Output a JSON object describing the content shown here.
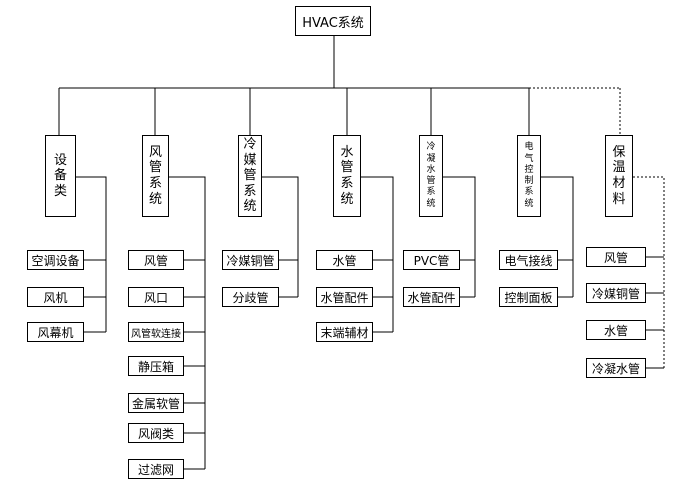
{
  "root": "HVAC系统",
  "categories": [
    {
      "key": "equipment",
      "label": "设备类",
      "children": [
        "空调设备",
        "风机",
        "风幕机"
      ]
    },
    {
      "key": "duct",
      "label": "风管系统",
      "children": [
        "风管",
        "风口",
        "风管软连接",
        "静压箱",
        "金属软管",
        "风阀类",
        "过滤网"
      ]
    },
    {
      "key": "refrigerant",
      "label": "冷媒管系统",
      "children": [
        "冷媒铜管",
        "分歧管"
      ]
    },
    {
      "key": "water",
      "label": "水管系统",
      "children": [
        "水管",
        "水管配件",
        "末端辅材"
      ]
    },
    {
      "key": "condensate",
      "label": "冷凝水管系统",
      "children": [
        "PVC管",
        "水管配件"
      ]
    },
    {
      "key": "electrical",
      "label": "电气控制系统",
      "children": [
        "电气接线",
        "控制面板"
      ]
    },
    {
      "key": "insulation",
      "label": "保温材料",
      "children": [
        "风管",
        "冷媒铜管",
        "水管",
        "冷凝水管"
      ]
    }
  ]
}
